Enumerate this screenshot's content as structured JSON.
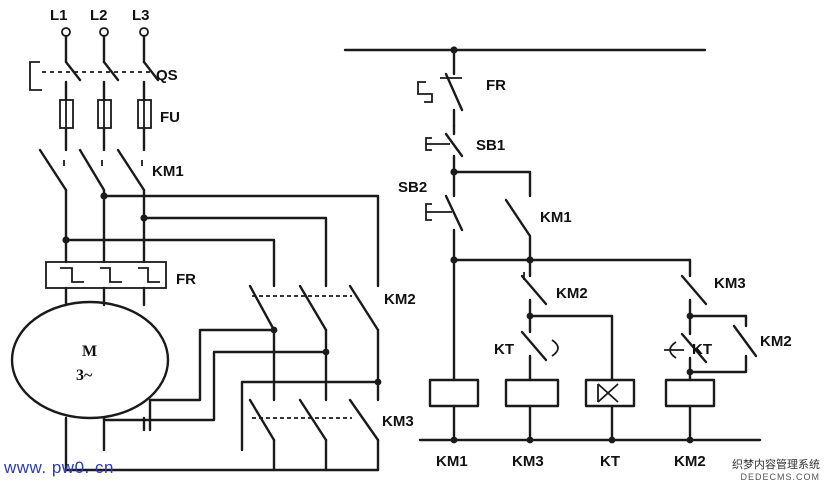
{
  "diagram": {
    "labels": {
      "L1": "L1",
      "L2": "L2",
      "L3": "L3",
      "QS": "QS",
      "FU": "FU",
      "KM1_main": "KM1",
      "FR_main": "FR",
      "KM2_main": "KM2",
      "KM3_main": "KM3",
      "motor_top": "M",
      "motor_bottom": "3~",
      "FR_ctrl": "FR",
      "SB1": "SB1",
      "SB2": "SB2",
      "KM1_aux": "KM1",
      "KM2_nc": "KM2",
      "KT_left": "KT",
      "KM3_nc": "KM3",
      "KT_right": "KT",
      "KM2_aux": "KM2",
      "coil_KM1": "KM1",
      "coil_KM3": "KM3",
      "coil_KT": "KT",
      "coil_KM2": "KM2"
    }
  },
  "watermarks": {
    "left": "www. pw0. cn",
    "right_line1": "织梦内容管理系统",
    "right_line2": "DEDECMS.COM"
  }
}
